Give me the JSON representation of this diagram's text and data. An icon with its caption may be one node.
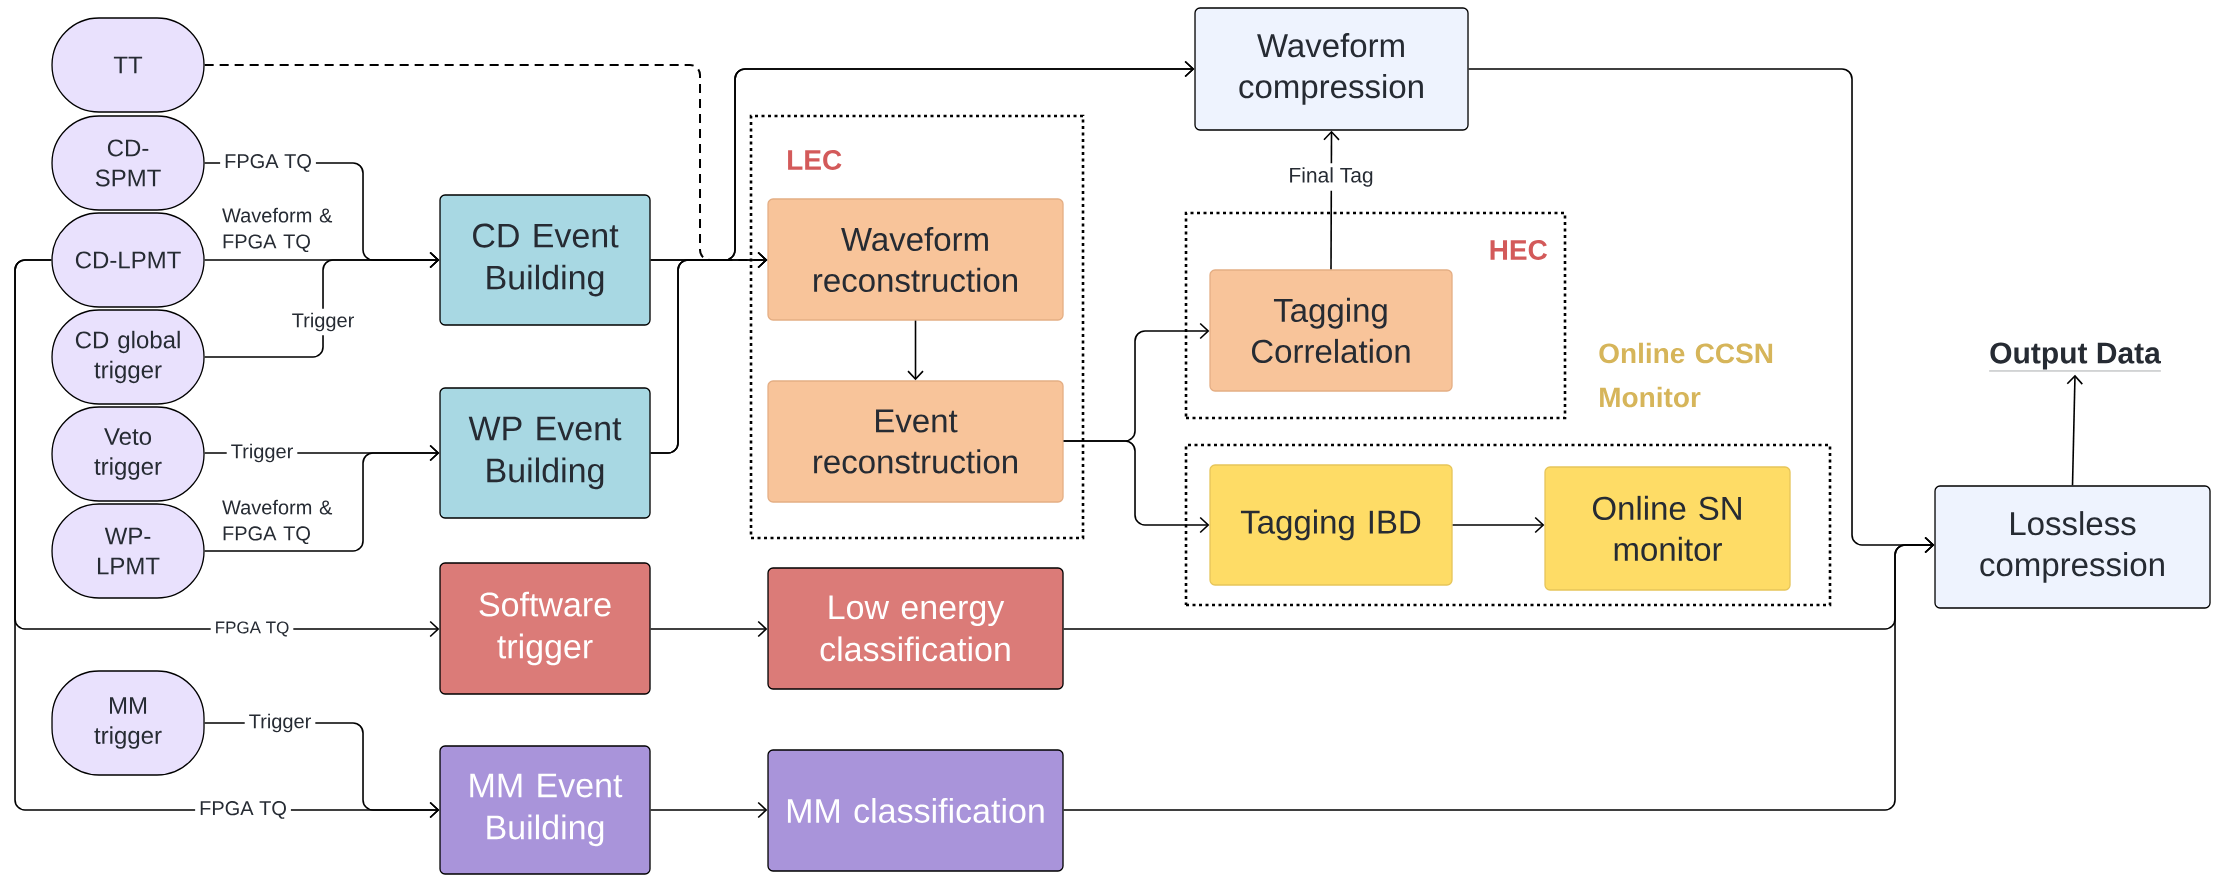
{
  "diagram": {
    "nodes": [
      {
        "text": [
          "TT"
        ]
      },
      {
        "text": [
          "CD-SPMT"
        ]
      },
      {
        "text": [
          "CD-LPMT"
        ]
      },
      {
        "text": [
          "CD global trigger"
        ]
      },
      {
        "text": [
          "Veto trigger"
        ]
      },
      {
        "text": [
          "WP-LPMT"
        ]
      },
      {
        "text": [
          "MM trigger"
        ]
      },
      {
        "text": [
          "CD Event Building"
        ]
      },
      {
        "text": [
          "WP Event Building"
        ]
      },
      {
        "text": [
          "Software trigger"
        ]
      },
      {
        "text": [
          "MM Event Building"
        ]
      },
      {
        "text": [
          "LEC"
        ]
      },
      {
        "text": [
          "Waveform reconstruction"
        ],
        "in": 11
      },
      {
        "text": [
          "Event reconstruction"
        ],
        "in": 11
      },
      {
        "text": [
          "Waveform compression"
        ]
      },
      {
        "text": [
          "HEC"
        ]
      },
      {
        "text": [
          "Tagging Correlation"
        ],
        "in": 15
      },
      {
        "text": [
          "Online CCSN Monitor"
        ]
      },
      {
        "text": [
          "Tagging IBD"
        ],
        "in": 17
      },
      {
        "text": [
          "Online SN monitor"
        ],
        "in": 17
      },
      {
        "text": [
          "Low energy classification"
        ]
      },
      {
        "text": [
          "MM classification"
        ]
      },
      {
        "text": [
          "Lossless compression"
        ]
      },
      {
        "text": [
          "Output Data"
        ]
      }
    ],
    "edges": [
      {
        "from": 0,
        "to": 12,
        "arrow": "to",
        "style": "dashed"
      },
      {
        "from": 1,
        "to": 7,
        "arrow": "to",
        "label": "FPGA TQ"
      },
      {
        "from": 2,
        "to": 7,
        "arrow": "to",
        "label": "Waveform & FPGA TQ"
      },
      {
        "from": 3,
        "to": 7,
        "arrow": "to",
        "label": "Trigger"
      },
      {
        "from": 4,
        "to": 8,
        "arrow": "to",
        "label": "Trigger"
      },
      {
        "from": 5,
        "to": 8,
        "arrow": "to",
        "label": "Waveform & FPGA TQ"
      },
      {
        "from": 2,
        "to": 9,
        "arrow": "to",
        "label": "FPGA TQ"
      },
      {
        "from": 2,
        "to": 10,
        "arrow": "to",
        "label": "FPGA TQ"
      },
      {
        "from": 6,
        "to": 10,
        "arrow": "to",
        "label": "Trigger"
      },
      {
        "from": 7,
        "to": 12,
        "arrow": "to"
      },
      {
        "from": 8,
        "to": 12,
        "arrow": "to"
      },
      {
        "from": 7,
        "to": 14,
        "arrow": "to"
      },
      {
        "from": 8,
        "to": 14,
        "arrow": "to"
      },
      {
        "from": 12,
        "to": 13,
        "arrow": "to"
      },
      {
        "from": 13,
        "to": 16,
        "arrow": "to"
      },
      {
        "from": 13,
        "to": 18,
        "arrow": "to"
      },
      {
        "from": 16,
        "to": 14,
        "arrow": "to",
        "label": "Final Tag"
      },
      {
        "from": 18,
        "to": 19,
        "arrow": "to"
      },
      {
        "from": 14,
        "to": 22,
        "arrow": "to"
      },
      {
        "from": 20,
        "to": 22,
        "arrow": "to"
      },
      {
        "from": 21,
        "to": 22,
        "arrow": "to"
      },
      {
        "from": 22,
        "to": 23,
        "arrow": "to"
      },
      {
        "from": 9,
        "to": 20,
        "arrow": "to"
      },
      {
        "from": 10,
        "to": 21,
        "arrow": "to"
      }
    ]
  }
}
